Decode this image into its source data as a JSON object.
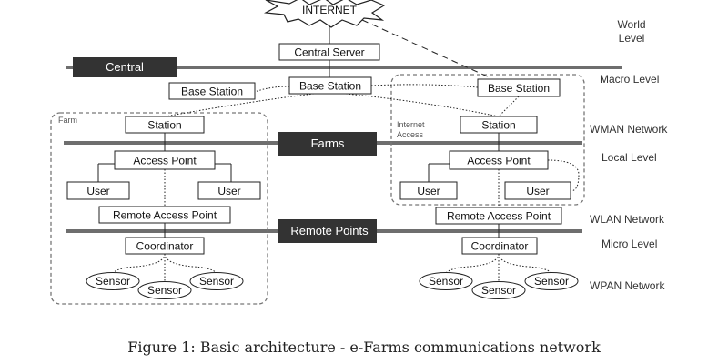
{
  "internet_label": "INTERNET",
  "levels": {
    "world": [
      "World",
      "Level"
    ],
    "macro": "Macro Level",
    "wman": "WMAN Network",
    "local": "Local Level",
    "wlan": "WLAN Network",
    "micro": "Micro Level",
    "wpan": "WPAN Network"
  },
  "bars": {
    "central": "Central",
    "farms": "Farms",
    "remote_points": "Remote Points"
  },
  "regions": {
    "farm": "Farm",
    "internet_access": [
      "Internet",
      "Access"
    ]
  },
  "nodes": {
    "central_server": "Central Server",
    "base_station_left": "Base Station",
    "base_station_center": "Base Station",
    "base_station_right": "Base Station",
    "station_left": "Station",
    "station_right": "Station",
    "access_point_left": "Access Point",
    "access_point_right": "Access Point",
    "user_left_1": "User",
    "user_left_2": "User",
    "user_right_1": "User",
    "user_right_2": "User",
    "remote_access_point_left": "Remote Access Point",
    "remote_access_point_right": "Remote Access Point",
    "coordinator_left": "Coordinator",
    "coordinator_right": "Coordinator"
  },
  "sensors": {
    "left": [
      "Sensor",
      "Sensor",
      "Sensor"
    ],
    "right": [
      "Sensor",
      "Sensor",
      "Sensor"
    ]
  },
  "caption": "Figure 1: Basic architecture - e-Farms communications network"
}
